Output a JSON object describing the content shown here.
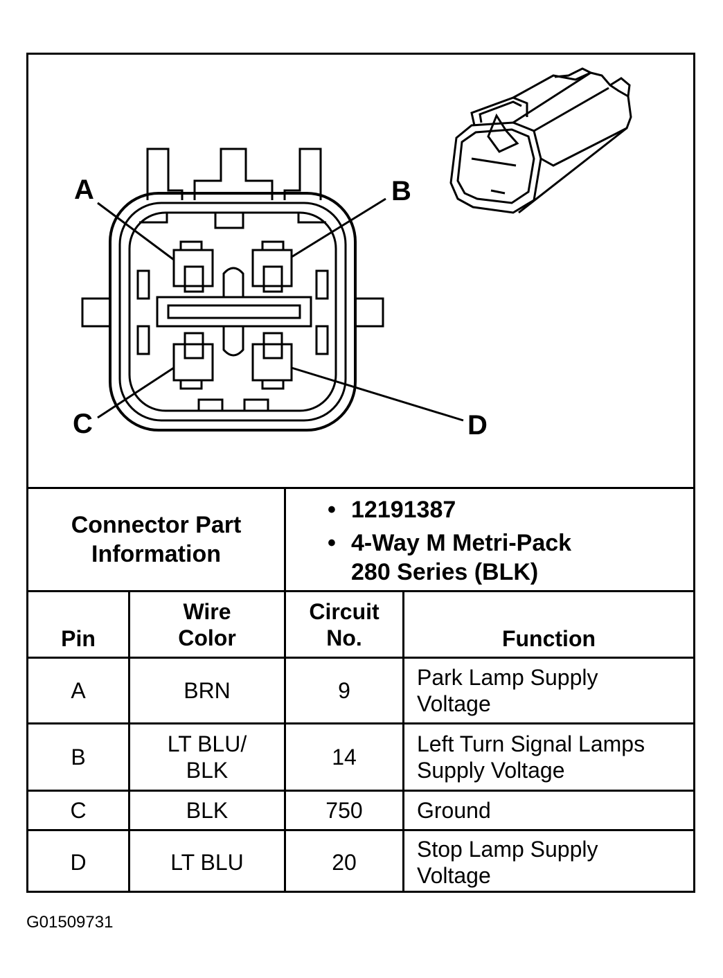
{
  "diagram": {
    "pin_labels": [
      "A",
      "B",
      "C",
      "D"
    ]
  },
  "connector_info": {
    "label_line1": "Connector Part",
    "label_line2": "Information",
    "bullets": [
      "12191387",
      "4-Way M Metri-Pack\n280 Series (BLK)"
    ]
  },
  "table": {
    "headers": {
      "pin": "Pin",
      "wire_color": "Wire\nColor",
      "circuit": "Circuit\nNo.",
      "function": "Function"
    },
    "rows": [
      {
        "pin": "A",
        "wire": "BRN",
        "circuit": "9",
        "function": "Park Lamp Supply\nVoltage"
      },
      {
        "pin": "B",
        "wire": "LT BLU/\nBLK",
        "circuit": "14",
        "function": "Left Turn Signal Lamps\nSupply Voltage"
      },
      {
        "pin": "C",
        "wire": "BLK",
        "circuit": "750",
        "function": "Ground"
      },
      {
        "pin": "D",
        "wire": "LT BLU",
        "circuit": "20",
        "function": "Stop Lamp Supply\nVoltage"
      }
    ]
  },
  "caption": "G01509731"
}
